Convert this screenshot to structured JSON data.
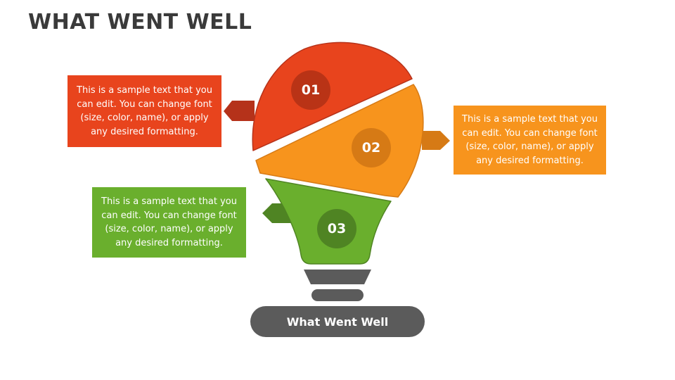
{
  "title": "WHAT WENT WELL",
  "steps": [
    {
      "number": "01",
      "text": "This is a sample text that you can edit. You can change font (size, color, name), or apply any desired formatting.",
      "color": "#e8441d"
    },
    {
      "number": "02",
      "text": "This is a sample text that you can edit. You can change font (size, color, name), or apply any desired formatting.",
      "color": "#f7941d"
    },
    {
      "number": "03",
      "text": "This is a sample text that you can edit. You can change font (size, color, name), or apply any desired formatting.",
      "color": "#6aaf2d"
    }
  ],
  "base_label": "What Went Well",
  "base_color": "#5b5b5b"
}
